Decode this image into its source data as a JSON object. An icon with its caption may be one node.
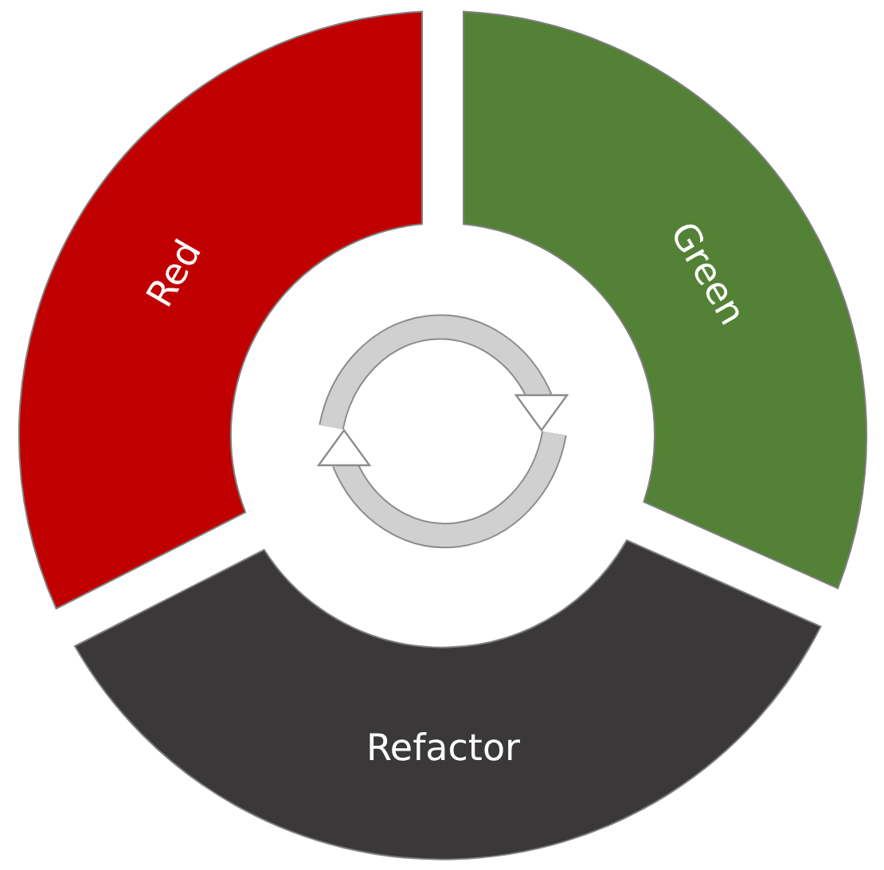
{
  "diagram": {
    "nodes": [
      {
        "text": [
          "Red"
        ]
      },
      {
        "text": [
          "Green"
        ]
      },
      {
        "text": [
          "Refactor"
        ]
      }
    ]
  }
}
